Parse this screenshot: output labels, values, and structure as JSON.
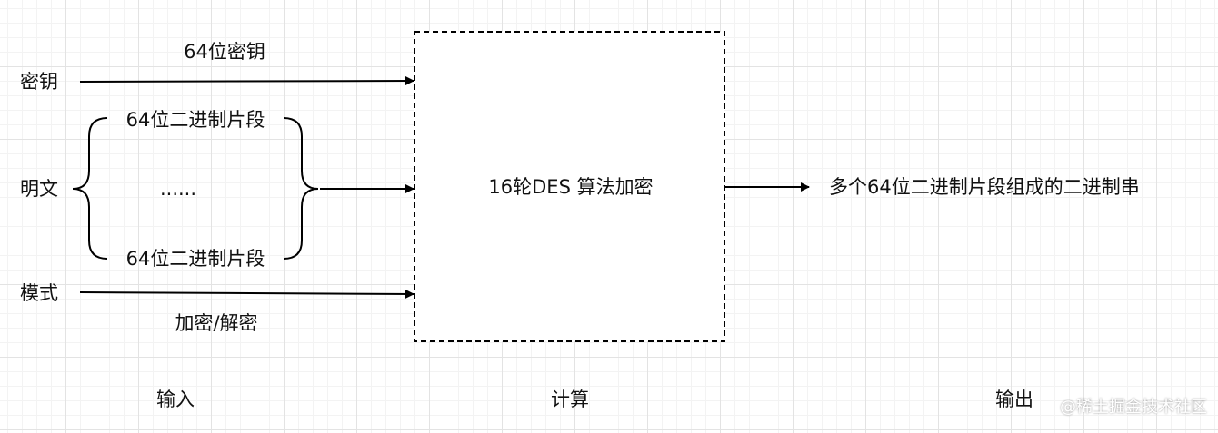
{
  "inputs": {
    "key_label": "密钥",
    "key_edge_label": "64位密钥",
    "plaintext_label": "明文",
    "segment_top": "64位二进制片段",
    "segment_ellipsis": "......",
    "segment_bottom": "64位二进制片段",
    "mode_label": "模式",
    "mode_edge_label": "加密/解密"
  },
  "process": {
    "box_label": "16轮DES 算法加密"
  },
  "output": {
    "label": "多个64位二进制片段组成的二进制串"
  },
  "sections": {
    "input": "输入",
    "compute": "计算",
    "output": "输出"
  },
  "watermark": "@稀土掘金技术社区"
}
